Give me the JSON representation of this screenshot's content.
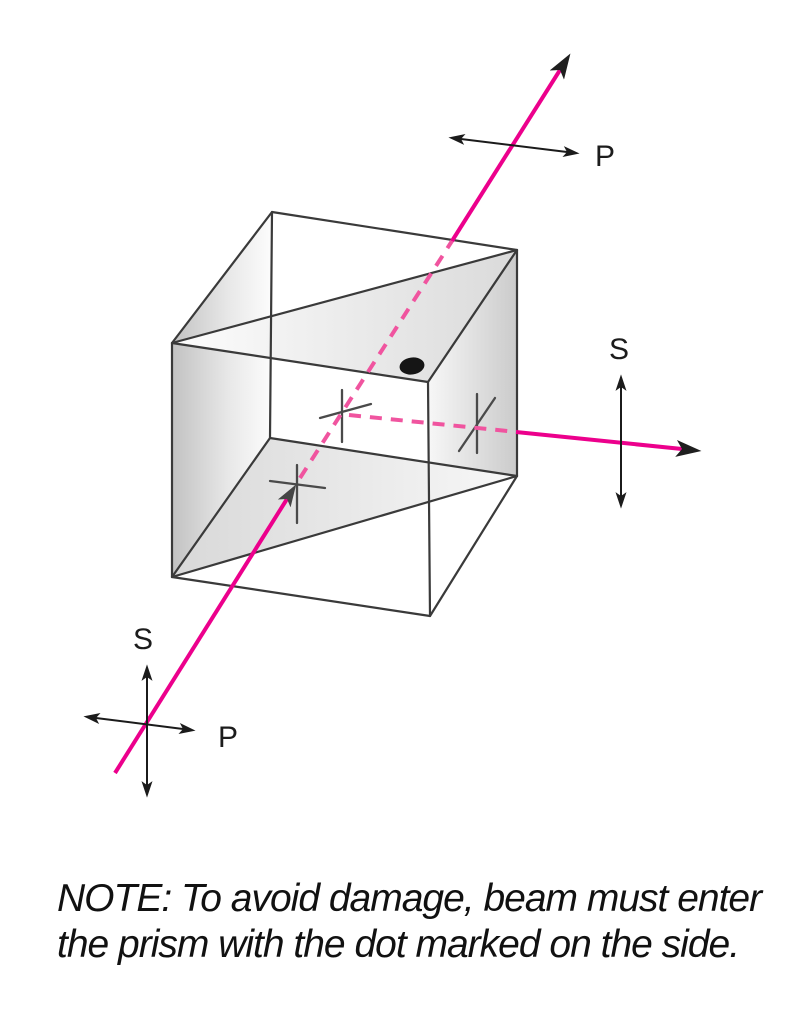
{
  "diagram": {
    "labels": {
      "output_p": "P",
      "output_s": "S",
      "input_s": "S",
      "input_p": "P"
    },
    "note": {
      "line1": "NOTE: To avoid damage, beam must enter",
      "line2": "the prism with the dot marked on the side."
    },
    "colors": {
      "beam_solid": "#EC008C",
      "beam_dashed": "#F0549F",
      "cube_edge": "#3A3A3A",
      "cross_mark": "#4A4A4A",
      "dot": "#151515",
      "label_text": "#1C1C1C"
    }
  }
}
